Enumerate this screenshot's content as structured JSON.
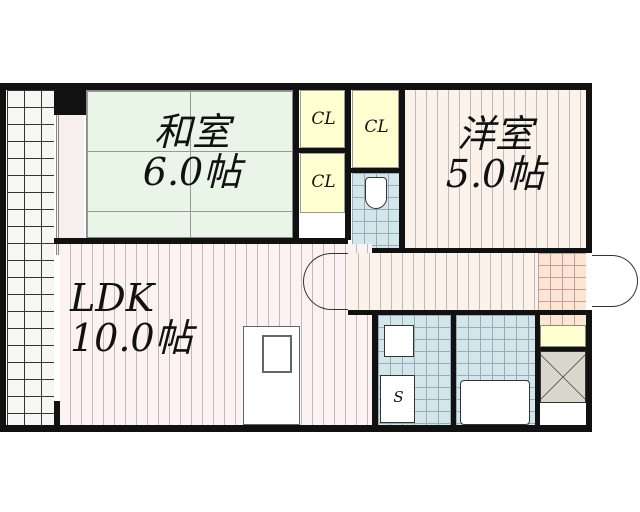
{
  "rooms": {
    "washitsu": {
      "name": "和室",
      "size": "6.0帖"
    },
    "youshitsu": {
      "name": "洋室",
      "size": "5.0帖"
    },
    "ldk": {
      "name": "LDK",
      "size": "10.0帖"
    },
    "closets": [
      "CL",
      "CL",
      "CL"
    ],
    "storage": "S"
  },
  "colors": {
    "washitsu": "#e9f5e6",
    "closet": "#ffffd2",
    "wet": "#d3e7ea",
    "genkan": "#fbe6d6"
  }
}
